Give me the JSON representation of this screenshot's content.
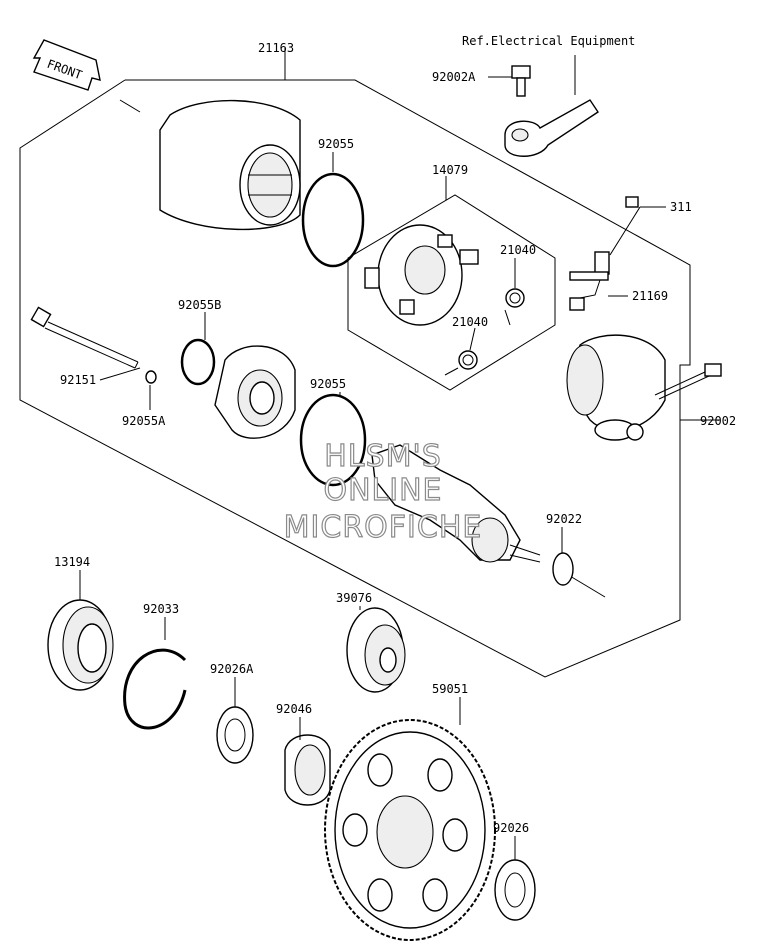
{
  "diagram": {
    "front_label": "FRONT",
    "ref_label": "Ref.Electrical Equipment",
    "watermark": [
      "HLSM'S",
      "ONLINE",
      "MICROFICHE"
    ],
    "parts": {
      "p21163": "21163",
      "p92002A": "92002A",
      "p92055_top": "92055",
      "p14079": "14079",
      "p311": "311",
      "p21040_a": "21040",
      "p21040_b": "21040",
      "p21169": "21169",
      "p92055B": "92055B",
      "p92151": "92151",
      "p92055A": "92055A",
      "p92055_mid": "92055",
      "p92002": "92002",
      "p92022": "92022",
      "p13194": "13194",
      "p92033": "92033",
      "p39076": "39076",
      "p92026A": "92026A",
      "p59051": "59051",
      "p92046": "92046",
      "p92026": "92026"
    }
  }
}
